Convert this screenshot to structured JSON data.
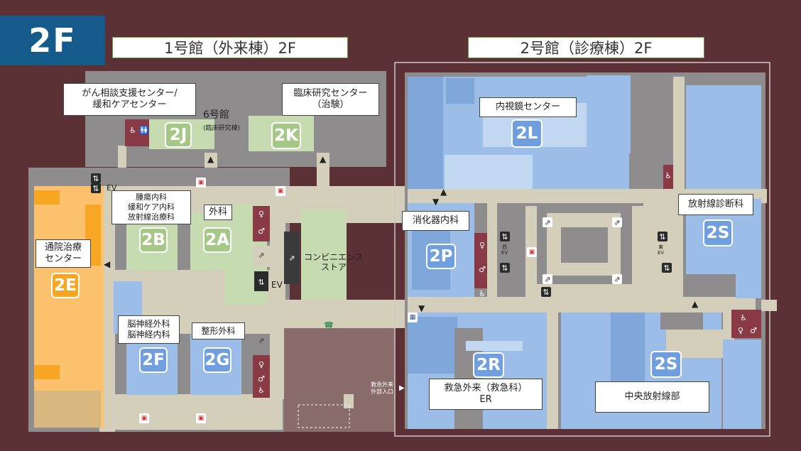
{
  "floor": "2F",
  "buildings": {
    "b1": "1号館（外来棟）2F",
    "b2": "2号館（診療棟）2F",
    "b6": "6号館",
    "b6_sub": "(臨床研究棟)"
  },
  "labels": {
    "gan": "がん相談支援センター/\n緩和ケアセンター",
    "rinsho": "臨床研究センター\n（治験）",
    "naishi": "内視鏡センター",
    "shuyo": "腫瘍内科\n緩和ケア内科\n放射線治療科",
    "geka": "外科",
    "tsuin": "通院治療\nセンター",
    "shoka": "消化器内科",
    "hoshasen_shindan": "放射線診断科",
    "noshinkei": "脳神経外科\n脳神経内科",
    "seikei": "整形外科",
    "kyukyu": "救急外来（救急科）\nER",
    "chuo": "中央放射線部"
  },
  "plain": {
    "conv": "コンビニエンス\nストア",
    "ev": "EV",
    "emergency_entrance": "救急外来\n外部入口",
    "west_ev": "西\nEV",
    "east_ev": "東\nEV"
  },
  "badges": {
    "b2J": "2J",
    "b2K": "2K",
    "b2L": "2L",
    "b2B": "2B",
    "b2A": "2A",
    "b2E": "2E",
    "b2P": "2P",
    "b2S1": "2S",
    "b2F": "2F",
    "b2G": "2G",
    "b2R": "2R",
    "b2S2": "2S"
  },
  "colors": {
    "background": "#5b3136",
    "corridor": "#d3cfbb",
    "room_gray": "#8f8c8d",
    "room_blue": "#9bbde8",
    "room_green": "#c6dcb0",
    "room_orange": "#fbc16c",
    "badge_green": "#a6c886",
    "badge_blue": "#6f9fde",
    "badge_orange": "#f7a623",
    "restroom": "#8a3a45",
    "floor_badge": "#145a8a"
  },
  "icons": [
    "restroom-icon",
    "wheelchair-icon",
    "escalator-icon",
    "elevator-icon",
    "phone-icon",
    "fire-extinguisher-icon"
  ]
}
